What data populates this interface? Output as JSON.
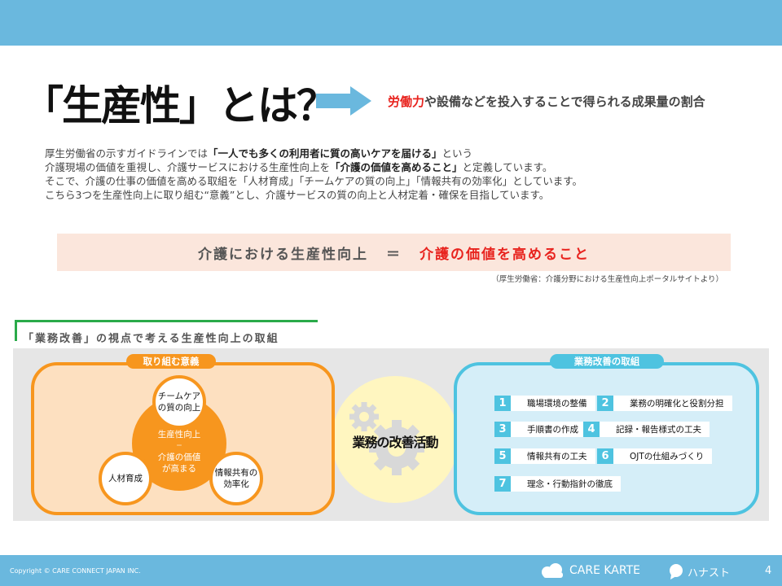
{
  "title": "「生産性」とは？",
  "definition": {
    "highlight": "労働力",
    "rest": "や設備などを投入することで得られる成果量の割合"
  },
  "paragraph": {
    "l1a": "厚生労働省の示すガイドラインでは",
    "l1b": "「一人でも多くの利用者に質の高いケアを届ける」",
    "l1c": "という",
    "l2a": "介護現場の価値を重視し、介護サービスにおける生産性向上を",
    "l2b": "「介護の価値を高めること」",
    "l2c": "と定義しています。",
    "l3": "そこで、介護の仕事の価値を高める取組を「人材育成」「チームケアの質の向上」「情報共有の効率化」としています。",
    "l4": "こちら3つを生産性向上に取り組む“意義”とし、介護サービスの質の向上と人材定着・確保を目指しています。"
  },
  "equation": {
    "left": "介護における生産性向上",
    "eq": "＝",
    "right": "介護の価値を高めること"
  },
  "source": "（厚生労働省：介護分野における生産性向上ポータルサイトより）",
  "section_title": "「業務改善」の視点で考える生産性向上の取組",
  "significance": {
    "label": "取り組む意義",
    "core1": "生産性向上",
    "core_eq": "＝",
    "core2": "介護の価値が高まる",
    "top": "チームケアの質の向上",
    "left": "人材育成",
    "right": "情報共有の効率化"
  },
  "center_label": "業務の改善活動",
  "improvements": {
    "label": "業務改善の取組",
    "items": [
      {
        "n": "1",
        "t": "職場環境の整備"
      },
      {
        "n": "2",
        "t": "業務の明確化と役割分担"
      },
      {
        "n": "3",
        "t": "手順書の作成"
      },
      {
        "n": "4",
        "t": "記録・報告様式の工夫"
      },
      {
        "n": "5",
        "t": "情報共有の工夫"
      },
      {
        "n": "6",
        "t": "OJTの仕組みづくり"
      },
      {
        "n": "7",
        "t": "理念・行動指針の徹底"
      }
    ]
  },
  "footer": {
    "copyright": "Copyright © CARE CONNECT JAPAN INC.",
    "brand1": "CARE KARTE",
    "brand2": "ハナスト",
    "page": "4"
  },
  "colors": {
    "bar": "#6ab8de",
    "orange": "#f7961e",
    "blue": "#4ec3e0",
    "red": "#e8231e",
    "green": "#2aaa4a"
  }
}
